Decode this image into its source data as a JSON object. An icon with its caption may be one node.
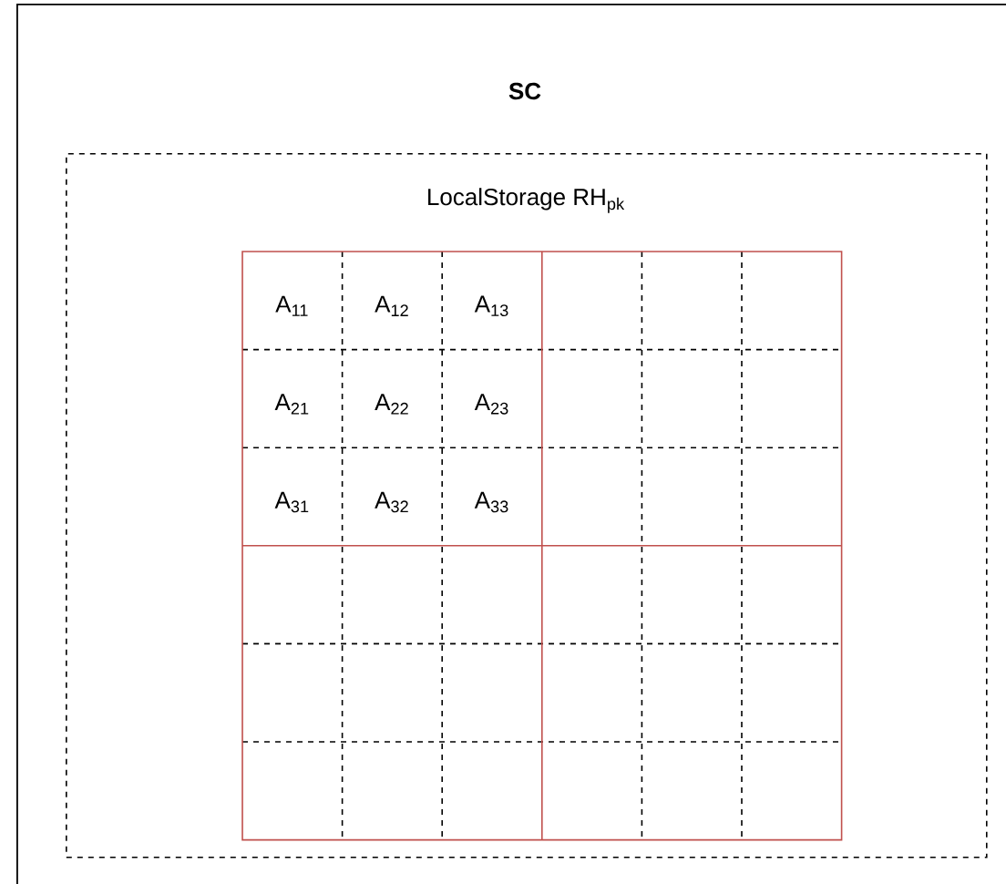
{
  "diagram": {
    "nodes": [
      {
        "text": [
          "SC"
        ]
      },
      {
        "text": [
          "LocalStorage RH$_{pk}$"
        ],
        "in": 0
      }
    ],
    "labels": [
      "A$_{11}$",
      "A$_{12}$",
      "A$_{13}$",
      "A$_{21}$",
      "A$_{22}$",
      "A$_{23}$",
      "A$_{31}$",
      "A$_{32}$",
      "A$_{33}$"
    ]
  }
}
